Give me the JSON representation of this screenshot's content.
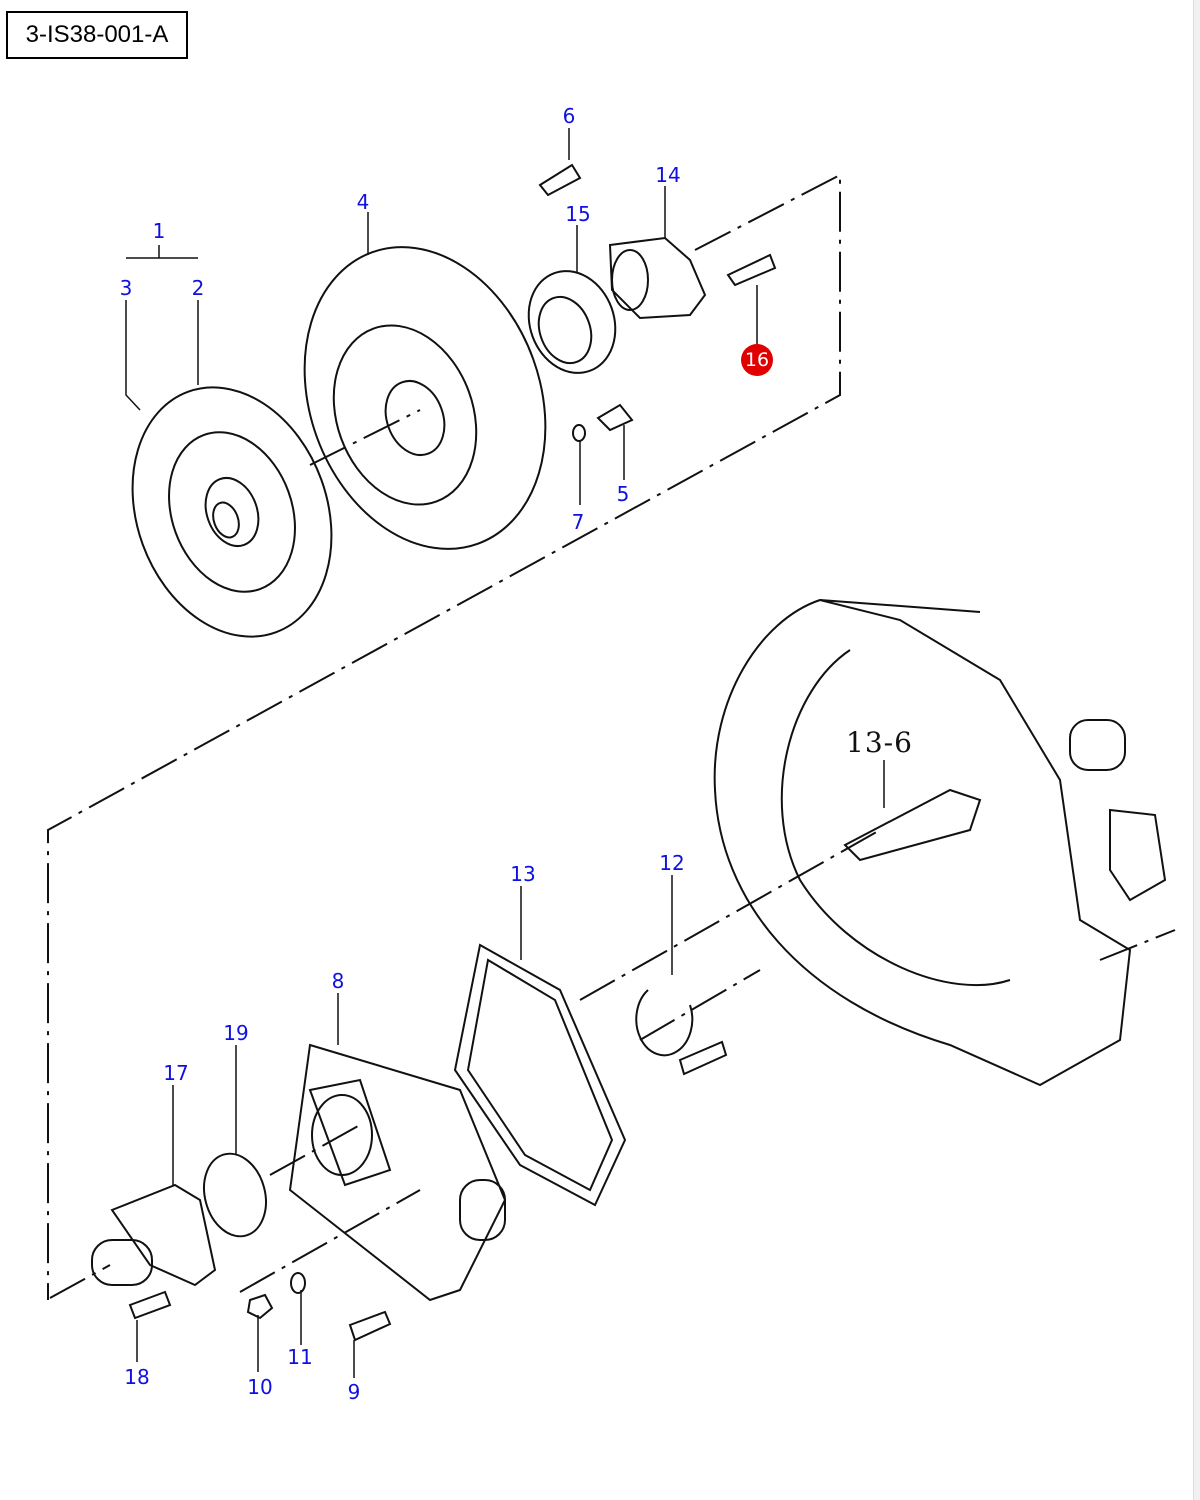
{
  "diagram_id": "3-IS38-001-A",
  "reference_label": "13-6",
  "highlight_color": "#e00000",
  "callout_color": "#1010e0",
  "callouts": [
    {
      "num": "1"
    },
    {
      "num": "2"
    },
    {
      "num": "3"
    },
    {
      "num": "4"
    },
    {
      "num": "5"
    },
    {
      "num": "6"
    },
    {
      "num": "7"
    },
    {
      "num": "8"
    },
    {
      "num": "9"
    },
    {
      "num": "10"
    },
    {
      "num": "11"
    },
    {
      "num": "12"
    },
    {
      "num": "13"
    },
    {
      "num": "14"
    },
    {
      "num": "15"
    },
    {
      "num": "16",
      "highlighted": true
    },
    {
      "num": "17"
    },
    {
      "num": "18"
    },
    {
      "num": "19"
    }
  ]
}
